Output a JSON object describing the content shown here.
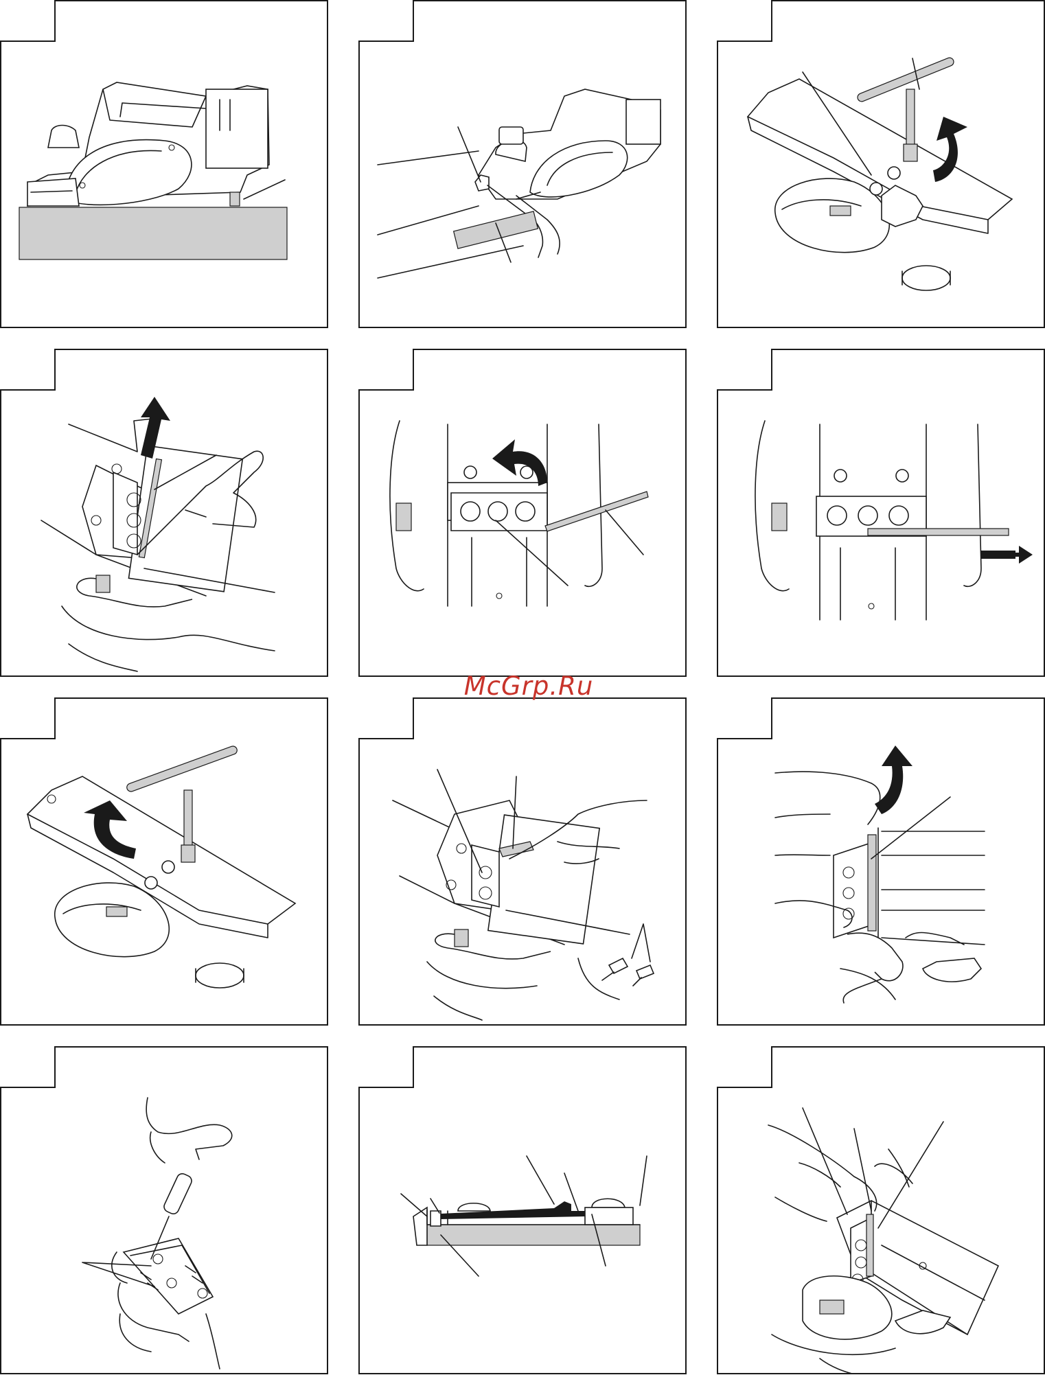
{
  "watermark": "McGrp.Ru",
  "panels": [
    {
      "id": "panel-1",
      "row": 0,
      "col": 0,
      "figure": "planer-on-workpiece"
    },
    {
      "id": "panel-2",
      "row": 0,
      "col": 1,
      "figure": "planer-with-guide"
    },
    {
      "id": "panel-3",
      "row": 0,
      "col": 2,
      "figure": "wrench-loosen-bolts"
    },
    {
      "id": "panel-4",
      "row": 1,
      "col": 0,
      "figure": "remove-blade-with-hand"
    },
    {
      "id": "panel-5",
      "row": 1,
      "col": 1,
      "figure": "blade-holder-rotate"
    },
    {
      "id": "panel-6",
      "row": 1,
      "col": 2,
      "figure": "insert-blade"
    },
    {
      "id": "panel-7",
      "row": 2,
      "col": 0,
      "figure": "wrench-tighten-bolts"
    },
    {
      "id": "panel-8",
      "row": 2,
      "col": 1,
      "figure": "remove-screws"
    },
    {
      "id": "panel-9",
      "row": 2,
      "col": 2,
      "figure": "lift-blade-holder"
    },
    {
      "id": "panel-10",
      "row": 3,
      "col": 0,
      "figure": "screwdriver-on-holder"
    },
    {
      "id": "panel-11",
      "row": 3,
      "col": 1,
      "figure": "blade-cross-section"
    },
    {
      "id": "panel-12",
      "row": 3,
      "col": 2,
      "figure": "install-holder-by-hand"
    }
  ]
}
